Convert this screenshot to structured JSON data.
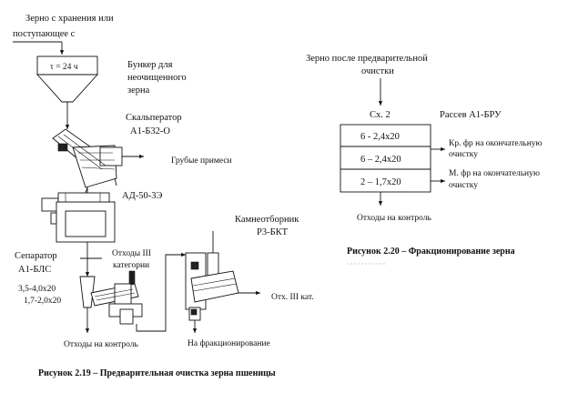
{
  "fig219": {
    "source": [
      "Зерно с хранения или",
      "поступающее с"
    ],
    "tau": "τ = 24 ч",
    "bunker": [
      "Бункер для",
      "неочищенного",
      "зерна"
    ],
    "scalper": [
      "Скальператор",
      "А1-Б32-О"
    ],
    "coarse": "Грубые примеси",
    "ad": "АД-50-3Э",
    "separator": [
      "Сепаратор",
      "А1-БЛС"
    ],
    "sieves": [
      "3,5-4,0х20",
      "1,7-2,0х20"
    ],
    "waste_cat": [
      "Отходы III",
      "категории"
    ],
    "control": "Отходы на контроль",
    "stone": [
      "Камнеотборник",
      "Р3-БКТ"
    ],
    "waste3": "Отх. III кат.",
    "fraction": "На фракционирование",
    "caption": "Рисунок 2.19 – Предварительная очистка зерна пшеницы"
  },
  "fig220": {
    "input": [
      "Зерно после предварительной",
      "очистки"
    ],
    "scheme": "Сх. 2",
    "rassev": "Рассев А1-БРУ",
    "rows": [
      "6 - 2,4х20",
      "6 – 2,4х20",
      "2 – 1,7х20"
    ],
    "out1": [
      "Кр. фр на окончательную",
      "очистку"
    ],
    "out2": [
      "М. фр на окончательную",
      "очистку"
    ],
    "control": "Отходы на контроль",
    "caption": "Рисунок 2.20 – Фракционирование зерна"
  }
}
